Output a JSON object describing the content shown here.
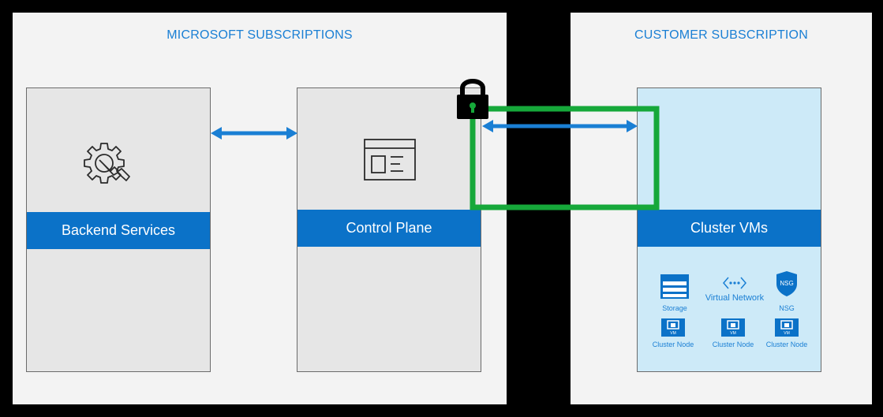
{
  "regions": {
    "microsoft": {
      "title": "MICROSOFT SUBSCRIPTIONS"
    },
    "customer": {
      "title": "CUSTOMER SUBSCRIPTION"
    }
  },
  "panels": {
    "backend": {
      "label": "Backend Services",
      "icon": "gear-wrench-icon"
    },
    "control": {
      "label": "Control Plane",
      "icon": "window-icon"
    },
    "cluster": {
      "label": "Cluster VMs",
      "resources": {
        "storage": "Storage",
        "vnet": "Virtual Network",
        "nsg_badge": "NSG",
        "nsg": "NSG",
        "vm_badge": "VM",
        "nodes": [
          "Cluster Node",
          "Cluster Node",
          "Cluster Node"
        ]
      }
    }
  },
  "colors": {
    "accent_blue": "#0b72c8",
    "title_blue": "#1a7fd4",
    "secure_green": "#16a83a",
    "cluster_bg": "#cdeaf8"
  },
  "connectors": {
    "backend_control": "bidirectional-arrow",
    "control_cluster": "bidirectional-arrow-secured",
    "lock": "lock-icon"
  }
}
